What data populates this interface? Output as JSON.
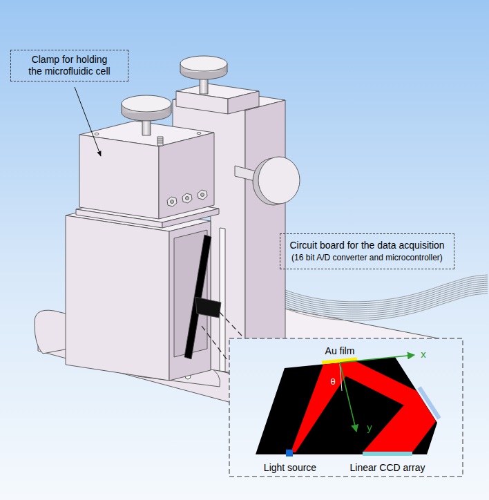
{
  "diagram": {
    "nodes": [
      {
        "text": [
          "Clamp for holding the microfluidic cell"
        ]
      },
      {
        "text": [
          "Circuit board for the data acquisition",
          "(16 bit A/D converter and microcontroller)"
        ]
      }
    ],
    "labels": [
      "Au film",
      "x",
      "θ",
      "y",
      "Light source",
      "Linear CCD array"
    ]
  }
}
